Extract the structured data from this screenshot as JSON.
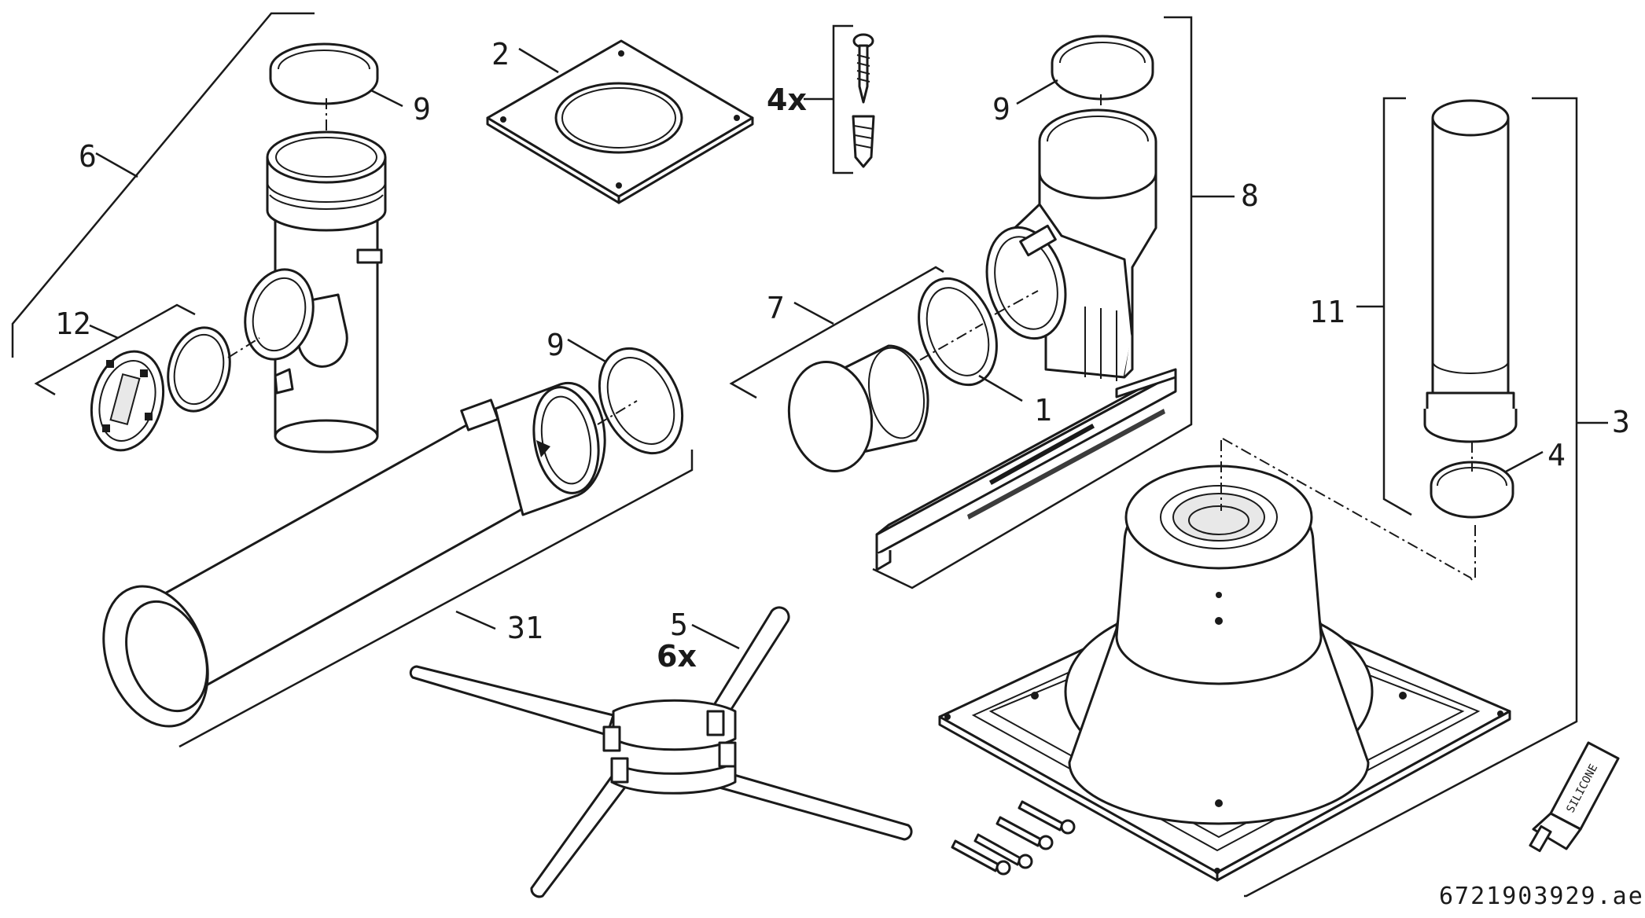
{
  "labels": {
    "p1": "1",
    "p2": "2",
    "p3": "3",
    "p4": "4",
    "p5": "5",
    "p6": "6",
    "p7": "7",
    "p8": "8",
    "p9a": "9",
    "p9b": "9",
    "p9c": "9",
    "p11": "11",
    "p12": "12",
    "p31": "31"
  },
  "quantities": {
    "screws": "4x",
    "stays": "6x"
  },
  "tube_text": "SILICONE",
  "reference": "6721903929.ae"
}
